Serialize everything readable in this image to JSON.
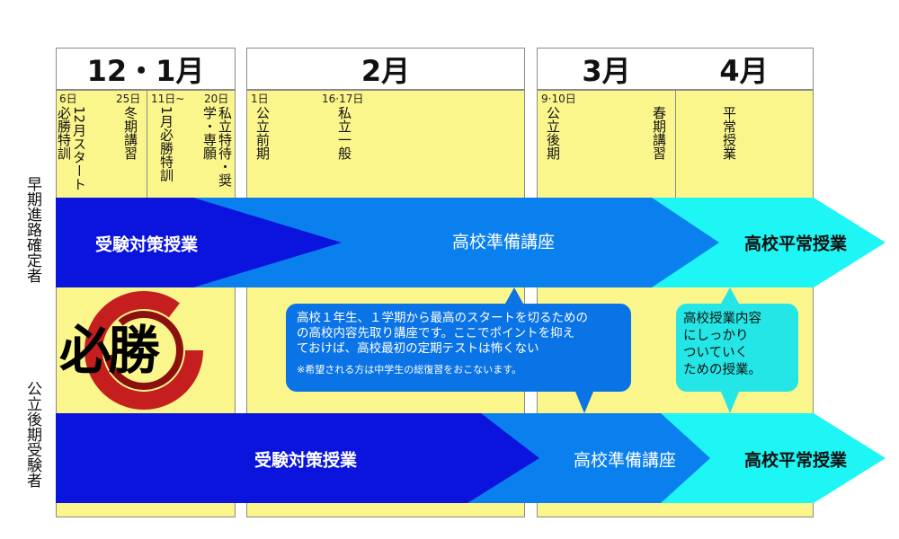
{
  "months": {
    "dec_jan": "12・1月",
    "feb": "2月",
    "mar": "3月",
    "apr": "4月"
  },
  "events": [
    {
      "date": "6日",
      "text": "12月スタート必勝特訓"
    },
    {
      "date": "25日",
      "text": "冬期講習"
    },
    {
      "date": "11日~",
      "text": "1月必勝特訓"
    },
    {
      "date": "20日",
      "text": "私立特待・奨学・専願"
    },
    {
      "date": "1日",
      "text": "公立前期"
    },
    {
      "date": "16·17日",
      "text": "私立一般"
    },
    {
      "date": "9·10日",
      "text": "公立後期"
    },
    {
      "text": "春期講習"
    },
    {
      "text": "平常授業"
    }
  ],
  "rows": {
    "early": "早期進路確定者",
    "public": "公立後期受験者"
  },
  "arrows": {
    "exam_prep": "受験対策授業",
    "hs_prep": "高校準備講座",
    "hs_regular": "高校平常授業"
  },
  "bubbles": {
    "blue_lines": [
      "高校１年生、１学期から最高のスタートを切るための",
      "の高校内容先取り講座です。ここでポイントを抑え",
      "ておけば、高校最初の定期テストは怖くない"
    ],
    "blue_note": "※希望される方は中学生の総復習をおこないます。",
    "cyan_lines": [
      "高校授業内容",
      "にしっかり",
      "ついていく",
      "ための授業。"
    ]
  },
  "logo_text": "必勝",
  "colors": {
    "navy": "#0a14dc",
    "blue": "#0a80ee",
    "cyan": "#1ef5f5",
    "yellow": "#fbf68c",
    "logo_red": "#c41e1e"
  }
}
